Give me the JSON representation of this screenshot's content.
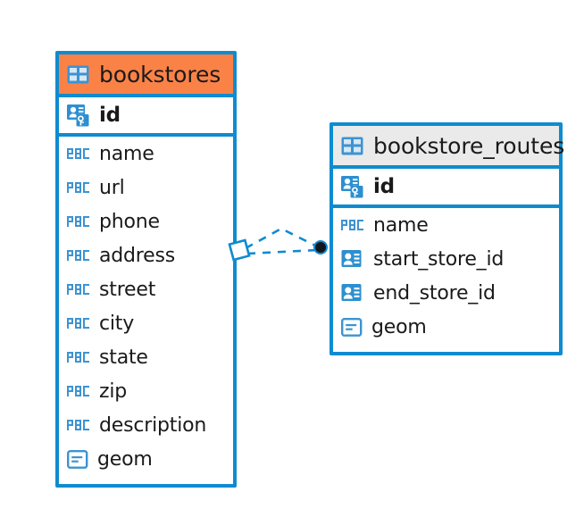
{
  "diagram": {
    "type": "entity-relationship-diagram",
    "background_color": "#ffffff",
    "accent_color": "#0f8bd0",
    "highlight_color": "#fb8247",
    "neutral_header_color": "#eaeaea",
    "text_color": "#1a1a1a"
  },
  "entities": [
    {
      "name": "bookstores",
      "header_style": "accent",
      "primary_key": {
        "label": "id",
        "icon": "primary-key-icon"
      },
      "fields": [
        {
          "label": "name",
          "icon": "abc-text-icon"
        },
        {
          "label": "url",
          "icon": "abc-text-icon"
        },
        {
          "label": "phone",
          "icon": "abc-text-icon"
        },
        {
          "label": "address",
          "icon": "abc-text-icon"
        },
        {
          "label": "street",
          "icon": "abc-text-icon"
        },
        {
          "label": "city",
          "icon": "abc-text-icon"
        },
        {
          "label": "state",
          "icon": "abc-text-icon"
        },
        {
          "label": "zip",
          "icon": "abc-text-icon"
        },
        {
          "label": "description",
          "icon": "abc-text-icon"
        },
        {
          "label": "geom",
          "icon": "geometry-icon"
        }
      ]
    },
    {
      "name": "bookstore_routes",
      "header_style": "neutral",
      "primary_key": {
        "label": "id",
        "icon": "primary-key-icon"
      },
      "fields": [
        {
          "label": "name",
          "icon": "abc-text-icon"
        },
        {
          "label": "start_store_id",
          "icon": "foreign-key-icon"
        },
        {
          "label": "end_store_id",
          "icon": "foreign-key-icon"
        },
        {
          "label": "geom",
          "icon": "geometry-icon"
        }
      ]
    }
  ],
  "relationship": {
    "from_entity": "bookstores",
    "to_entity": "bookstore_routes",
    "line_style": "dashed",
    "source_marker": "diamond-outline",
    "target_marker": "filled-circle",
    "color": "#0f8bd0"
  },
  "icon_glyphs": {
    "table": "table-grid-icon",
    "abc": "ABC"
  }
}
